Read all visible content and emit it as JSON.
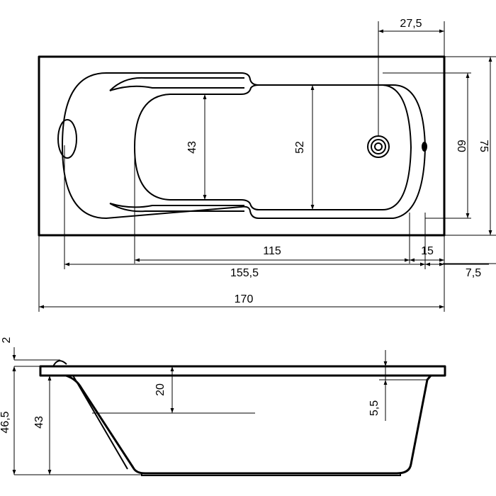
{
  "drawing": {
    "top_view": {
      "dimensions": {
        "drain_offset": "27,5",
        "inner_width_overall": "75",
        "basin_width": "60",
        "floor_width_wide": "52",
        "floor_width_narrow": "43",
        "floor_length": "115",
        "drain_to_end": "15",
        "basin_length": "155,5",
        "rim_end": "7,5",
        "overall_length": "170"
      }
    },
    "side_view": {
      "dimensions": {
        "rim_thickness": "2",
        "overall_height": "46,5",
        "basin_height": "43",
        "seat_depth": "20",
        "overflow_depth": "5,5"
      }
    }
  }
}
